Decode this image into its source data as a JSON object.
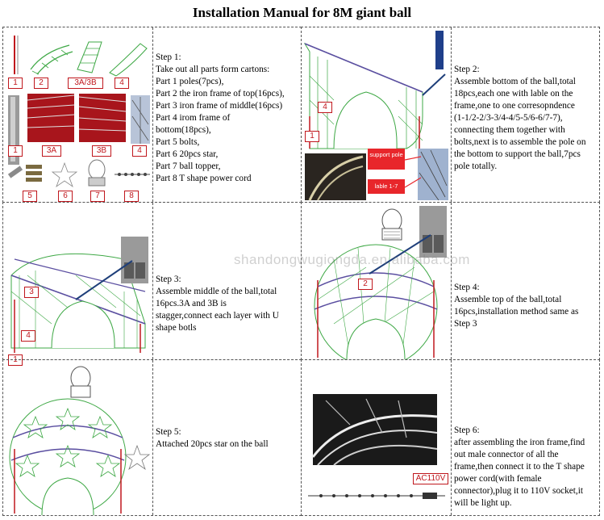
{
  "title": "Installation Manual for 8M giant ball",
  "watermark": "shandongwugiongda.en.alibaba.com",
  "steps": [
    {
      "heading": "Step 1:",
      "lines": [
        "Take out all parts form cartons:",
        "Part 1 poles(7pcs),",
        "Part 2 the iron frame of top(16pcs),",
        "Part 3 iron frame of middle(16pcs)",
        "Part 4 irom frame of",
        "bottom(18pcs),",
        "Part 5 bolts,",
        "Part 6 20pcs star,",
        "Part 7 ball topper,",
        "Part 8 T shape power cord"
      ],
      "labels": [
        "1",
        "2",
        "3A/3B",
        "4",
        "1",
        "3A",
        "3B",
        "4",
        "5",
        "6",
        "7",
        "8"
      ]
    },
    {
      "heading": "Step 2:",
      "lines": [
        "Assemble bottom of the ball,total",
        "18pcs,each one with lable on the",
        "frame,one to one corresopndence",
        "(1-1/2-2/3-3/4-4/5-5/6-6/7-7),",
        "connecting them together with",
        "bolts,next is to assemble the pole on",
        "the bottom to support the ball,7pcs",
        "pole totally."
      ],
      "labels": [
        "4",
        "1"
      ],
      "callouts": [
        "support pole",
        "lable 1-7"
      ]
    },
    {
      "heading": "Step 3:",
      "lines": [
        "Assemble middle of the ball,total",
        "16pcs.3A and 3B is",
        "stagger,connect each layer with U",
        "shape botls"
      ],
      "labels": [
        "3",
        "4",
        "1"
      ]
    },
    {
      "heading": "Step 4:",
      "lines": [
        "Assemble top of the ball,total",
        "16pcs,installation method same as",
        "Step 3"
      ],
      "labels": [
        "2"
      ]
    },
    {
      "heading": "Step 5:",
      "lines": [
        "Attached 20pcs star on the ball"
      ],
      "labels": []
    },
    {
      "heading": "Step 6:",
      "lines": [
        "after assembling the iron frame,find",
        "out male connector of all the",
        "frame,then connect it to the T shape",
        "power cord(with female",
        "connector),plug it to 110V socket,it",
        "will be light up."
      ],
      "labels": [
        "AC110V"
      ]
    }
  ],
  "colors": {
    "label_red": "#c0171d",
    "frame_green": "#3ea845",
    "frame_purple": "#5a4ea0",
    "callout_red": "#e8262b"
  }
}
